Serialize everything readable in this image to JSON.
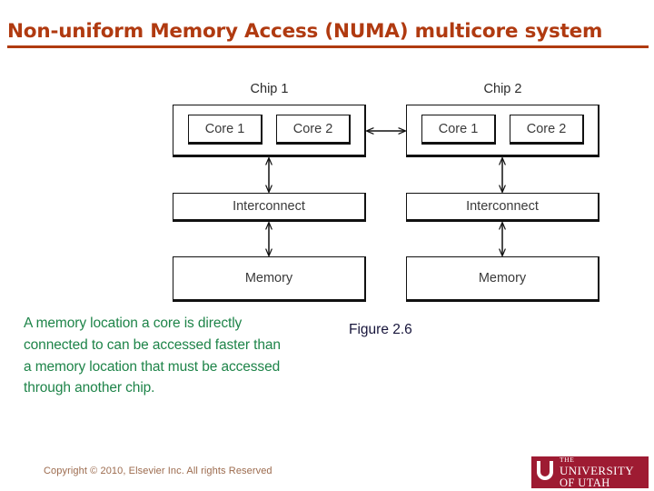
{
  "slide": {
    "title": "Non-uniform Memory Access (NUMA) multicore system",
    "title_color": "#B03A10",
    "body_text": "A memory location a core is directly connected to can be accessed faster than a memory location that must be accessed through another chip.",
    "body_color": "#1E8449",
    "figure_caption": "Figure 2.6",
    "copyright": "Copyright © 2010, Elsevier Inc. All rights Reserved"
  },
  "diagram": {
    "chips": [
      {
        "label": "Chip 1",
        "cores": [
          "Core 1",
          "Core 2"
        ],
        "interconnect": "Interconnect",
        "memory": "Memory"
      },
      {
        "label": "Chip 2",
        "cores": [
          "Core 1",
          "Core 2"
        ],
        "interconnect": "Interconnect",
        "memory": "Memory"
      }
    ]
  },
  "logo": {
    "line1": "THE",
    "line2": "UNIVERSITY",
    "line3": "OF UTAH",
    "color": "#9E1B32"
  }
}
